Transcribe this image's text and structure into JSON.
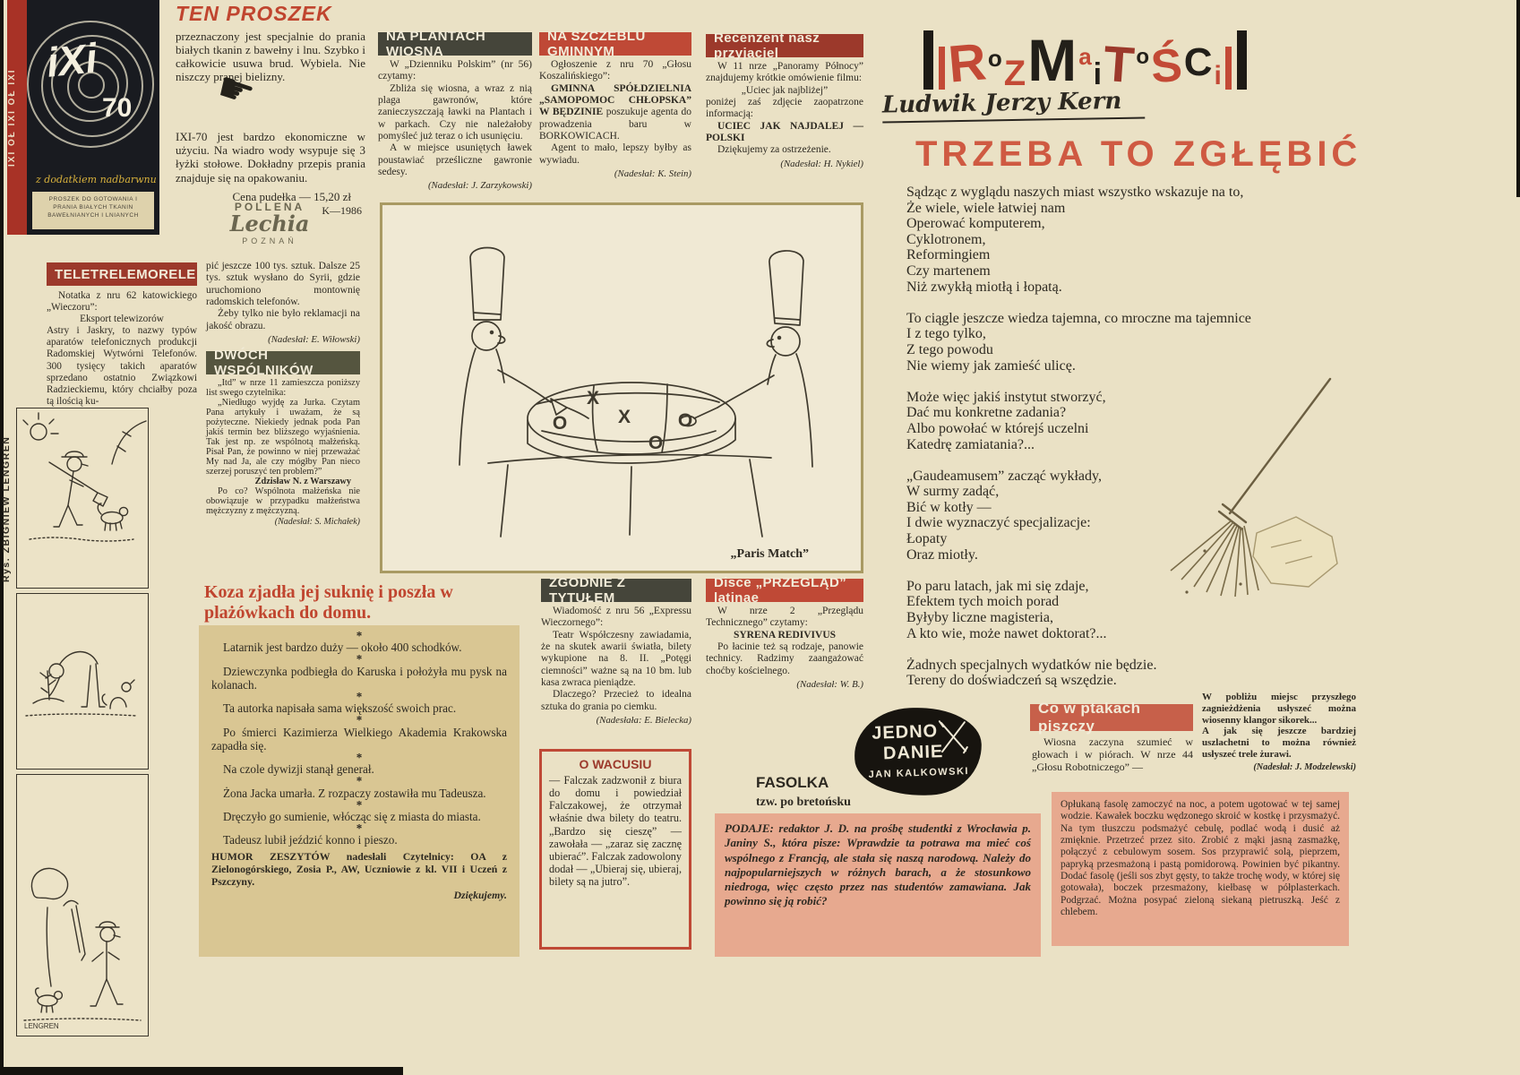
{
  "colors": {
    "paper": "#eae1c5",
    "ink": "#2d2921",
    "accent_red": "#c0452f",
    "dark_header": "#45453a",
    "red_header": "#bf4936",
    "maroon_header": "#9c392b",
    "salmon_header": "#c7604a",
    "humor_tan": "#d9c693",
    "recipe_pink": "#e7a98f"
  },
  "ixi_ad": {
    "side_text": "IXI OŁ IXI OŁ IXI",
    "brand": "iXi",
    "number": "70",
    "addendum": "z dodatkiem nadbarwnu",
    "small_print": "PROSZEK DO GOTOWANIA I PRANIA BIAŁYCH TKANIN BAWEŁNIANYCH I LNIANYCH"
  },
  "ten_proszek": {
    "title": "TEN PROSZEK",
    "body1": "przeznaczony jest specjalnie do prania białych tkanin z bawełny i lnu. Szybko i całkowicie usuwa brud. Wybiela. Nie niszczy pranej bielizny.",
    "body2": "IXI-70 jest bardzo ekonomiczne w użyciu. Na wiadro wody wsypuje się 3 łyżki stołowe. Dokładny przepis prania znajduje się na opakowaniu.",
    "price": "Cena pudełka — 15,20 zł",
    "code": "K—1986"
  },
  "pollena": {
    "line1": "POLLENA",
    "line2": "Lechia",
    "line3": "POZNAŃ"
  },
  "teletrele": {
    "title": "TELETRELEMORELE",
    "lead": "Notatka z nru 62 katowickiego „Wieczoru”:",
    "subhead": "Eksport telewizorów",
    "body": "Astry i Jaskry, to nazwy typów aparatów telefonicznych produkcji Radomskiej Wytwórni Telefonów. 300 tysięcy takich aparatów sprzedano ostatnio Związkowi Radzieckiemu, który chciałby poza tą ilością ku-",
    "continuation": "pić jeszcze 100 tys. sztuk. Dalsze 25 tys. sztuk wysłano do Syrii, gdzie uruchomiono montownię radomskich telefonów.",
    "punch": "Żeby tylko nie było reklamacji na jakość obrazu.",
    "credit": "(Nadesłał: E. Wiłowski)"
  },
  "wspolnikow": {
    "title": "DWÓCH WSPÓLNIKÓW",
    "lead": "„Itd” w nrze 11 zamieszcza poniższy list swego czytelnika:",
    "body": "„Niedługo wyjdę za Jurka. Czytam Pana artykuły i uważam, że są pożyteczne. Niekiedy jednak poda Pan jakiś termin bez bliższego wyjaśnienia. Tak jest np. ze wspólnotą małżeńską. Pisał Pan, że powinno w niej przeważać My nad Ja, ale czy mógłby Pan nieco szerzej poruszyć ten problem?”",
    "signature": "Zdzisław N. z Warszawy",
    "punch": "Po co? Wspólnota małżeńska nie obowiązuje w przypadku małżeństwa mężczyzny z mężczyzną.",
    "credit": "(Nadesłał: S. Michałek)"
  },
  "lengren": {
    "credit": "Rys. ZBIGNIEW LENGREN",
    "signature": "LENGREN"
  },
  "plantach": {
    "title": "NA PLANTACH WIOSNA",
    "lead": "W „Dzienniku Polskim” (nr 56) czytamy:",
    "body": "Zbliża się wiosna, a wraz z nią plaga gawronów, które zanieczyszczają ławki na Plantach i w parkach. Czy nie należałoby pomyśleć już teraz o ich usunięciu.",
    "punch": "A w miejsce usuniętych ławek poustawiać prześliczne gawronie sedesy.",
    "credit": "(Nadesłał: J. Zarzykowski)"
  },
  "gminnym": {
    "title": "NA SZCZEBLU GMINNYM",
    "lead": "Ogłoszenie z nru 70 „Głosu Koszalińskiego”:",
    "body_bold": "GMINNA SPÓŁDZIELNIA „SAMOPOMOC CHŁOPSKA” W BĘDZINIE",
    "body_rest": " poszukuje agenta do prowadzenia baru w BORKOWICACH.",
    "punch": "Agent to mało, lepszy byłby as wywiadu.",
    "credit": "(Nadesłał: K. Stein)"
  },
  "recenzent": {
    "title": "Recenzent nasz przyjaciel",
    "lead": "W 11 nrze „Panoramy Północy” znajdujemy krótkie omówienie filmu:",
    "quote": "„Uciec jak najbliżej”",
    "mid": "poniżej zaś zdjęcie zaopatrzone informacją:",
    "bold": "UCIEC JAK NAJDALEJ — POLSKI",
    "punch": "Dziękujemy za ostrzeżenie.",
    "credit": "(Nadesłał: H. Nykiel)"
  },
  "chef_cartoon": {
    "caption": "„Paris Match”",
    "marks": [
      "O",
      "X",
      "O",
      "X",
      "O"
    ]
  },
  "zgodnie": {
    "title": "ZGODNIE Z TYTUŁEM",
    "lead": "Wiadomość z nru 56 „Expressu Wieczornego”:",
    "body": "Teatr Współczesny zawiadamia, że na skutek awarii światła, bilety wykupione na 8. II. „Potęgi ciemności” ważne są na 10 bm. lub kasa zwraca pieniądze.",
    "punch": "Dlaczego? Przecież to idealna sztuka do grania po ciemku.",
    "credit": "(Nadesłała: E. Bielecka)"
  },
  "wacusiu": {
    "title": "O WACUSIU",
    "body": "— Falczak zadzwonił z biura do domu i powiedział Falczakowej, że otrzymał właśnie dwa bilety do teatru. „Bardzo się cieszę” — zawołała — „zaraz się zacznę ubierać”. Falczak zadowolony dodał — „Ubieraj się, ubieraj, bilety są na jutro”."
  },
  "disce": {
    "title": "Disce „PRZEGLĄD” latinae",
    "lead": "W nrze 2 „Przeglądu Technicznego” czytamy:",
    "bold": "SYRENA REDIVIVUS",
    "punch": "Po łacinie też są rodzaje, panowie technicy. Radzimy zaangażować choćby kościelnego.",
    "credit": "(Nadesłał: W. B.)"
  },
  "humor": {
    "title": "Koza zjadła jej suknię i poszła w plażówkach do domu.",
    "separator": "*",
    "items": [
      "Latarnik jest bardzo duży — około 400 schodków.",
      "Dziewczynka podbiegła do Karuska i położyła mu pysk na kolanach.",
      "Ta autorka napisała sama większość swoich prac.",
      "Po śmierci Kazimierza Wielkiego Akademia Krakowska zapadła się.",
      "Na czole dywizji stanął generał.",
      "Żona Jacka umarła. Z rozpaczy zostawiła mu Tadeusza.",
      "Dręczyło go sumienie, włócząc się z miasta do miasta.",
      "Tadeusz lubił jeździć konno i pieszo."
    ],
    "footer": "HUMOR ZESZYTÓW nadesłali Czytelnicy: OA z Zielonogórskiego, Zosia P., AW, Uczniowie z kl. VII i Uczeń z Pszczyny.",
    "thanks": "Dziękujemy."
  },
  "fasolka": {
    "logo_top": "JEDNO",
    "logo_bottom": "DANIE",
    "logo_byline": "JAN KALKOWSKI",
    "title": "FASOLKA",
    "subtitle": "tzw. po bretońsku",
    "intro": "PODAJE: redaktor J. D. na prośbę studentki z Wrocławia p. Janiny S., która pisze: Wprawdzie ta potrawa ma mieć coś wspólnego z Francją, ale stała się naszą narodową. Należy do najpopularniejszych w różnych barach, a że stosunkowo niedroga, więc często przez nas studentów zamawiana. Jak powinno się ją robić?",
    "recipe": "Opłukaną fasolę zamoczyć na noc, a potem ugotować w tej samej wodzie. Kawałek boczku wędzonego skroić w kostkę i przysmażyć. Na tym tłuszczu podsmażyć cebulę, podlać wodą i dusić aż zmięknie. Przetrzeć przez sito. Zrobić z mąki jasną zasmażkę, połączyć z cebulowym sosem. Sos przyprawić solą, pieprzem, papryką przesmażoną i pastą pomidorową. Powinien być pikantny. Dodać fasolę (jeśli sos zbyt gęsty, to także trochę wody, w której się gotowała), boczek przesmażony, kiełbasę w półplasterkach. Podgrzać. Można posypać zieloną siekaną pietruszką. Jeść z chlebem."
  },
  "ptaki": {
    "title": "Co w ptakach piszczy",
    "col1": "Wiosna zaczyna szumieć w głowach i w piórach. W nrze 44 „Głosu Robotniczego” —",
    "col2": "W pobliżu miejsc przyszłego zagnieżdżenia usłyszeć można wiosenny klangor sikorek...\nA jak się jeszcze bardziej uszlachetni to można również usłyszeć trele żurawi.",
    "credit": "(Nadesłał: J. Modzelewski)"
  },
  "masthead": {
    "title": "ROZMAITOŚCI",
    "letters": [
      "R",
      "o",
      "Z",
      "M",
      "a",
      "i",
      "T",
      "o",
      "Ś",
      "C",
      "i"
    ]
  },
  "kern": {
    "author": "Ludwik Jerzy Kern",
    "title": "TRZEBA TO ZGŁĘBIĆ",
    "poem": "Sądząc z wyglądu naszych miast wszystko wskazuje na to,\nŻe wiele, wiele łatwiej nam\nOperować komputerem,\nCyklotronem,\nReformingiem\nCzy martenem\nNiż zwykłą miotłą i łopatą.\n\nTo ciągle jeszcze wiedza tajemna, co mroczne ma tajemnice\nI z tego tylko,\nZ tego powodu\nNie wiemy jak zamieść ulicę.\n\nMoże więc jakiś instytut stworzyć,\nDać mu konkretne zadania?\nAlbo powołać w którejś uczelni\nKatedrę zamiatania?...\n\n„Gaudeamusem” zacząć wykłady,\nW surmy zadąć,\nBić w kotły —\nI dwie wyznaczyć specjalizacje:\nŁopaty\nOraz miotły.\n\nPo paru latach, jak mi się zdaje,\nEfektem tych moich porad\nByłyby liczne magisteria,\nA kto wie, może nawet doktorat?...\n\nŻadnych specjalnych wydatków nie będzie.\nTereny do doświadczeń są wszędzie."
  }
}
